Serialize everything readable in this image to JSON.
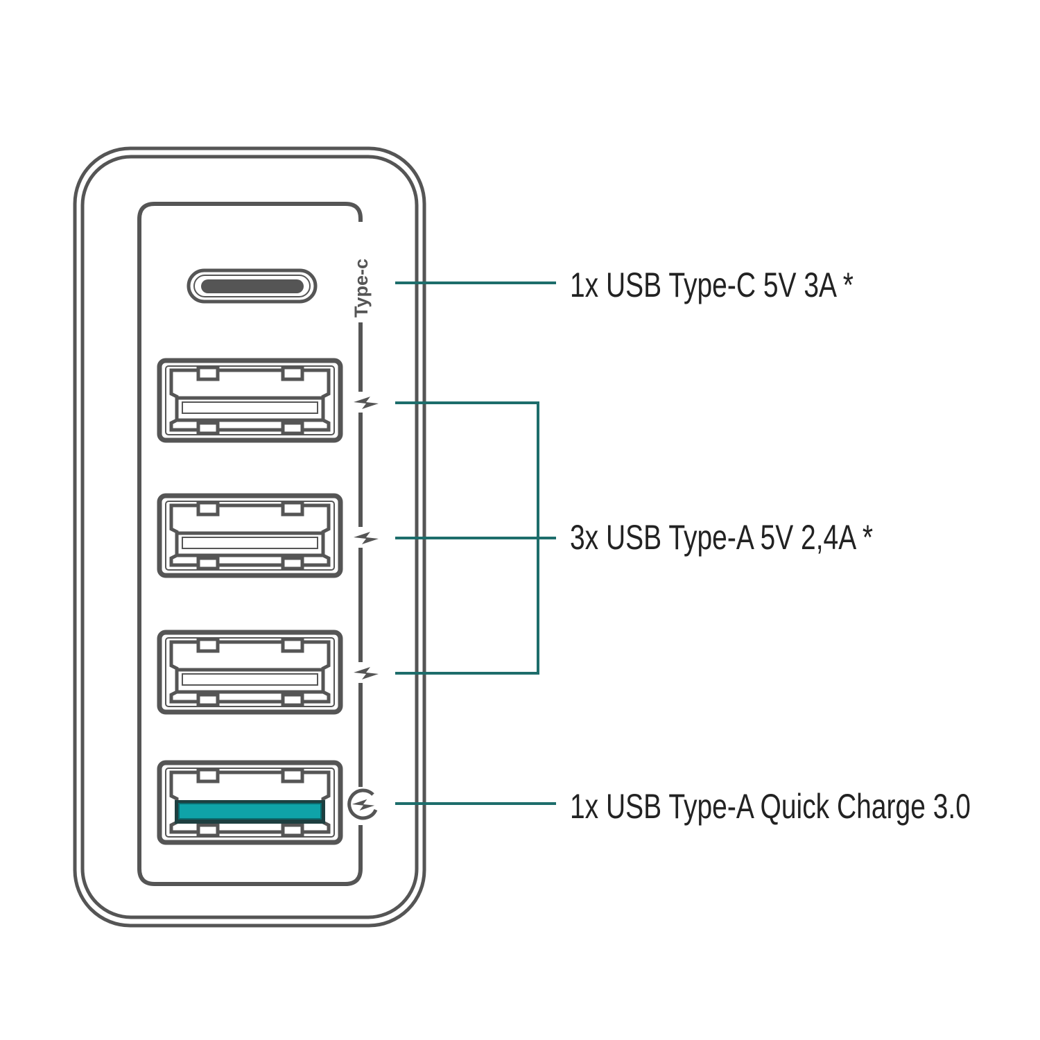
{
  "diagram": {
    "title": "USB charger port layout",
    "device_label": "Type-c",
    "colors": {
      "outline": "#555555",
      "leader": "#1d6d6b",
      "quick_charge": "#0fa3a8"
    },
    "ports": [
      {
        "type": "USB Type-C",
        "icon": "none"
      },
      {
        "type": "USB Type-A",
        "icon": "lightning-icon"
      },
      {
        "type": "USB Type-A",
        "icon": "lightning-icon"
      },
      {
        "type": "USB Type-A",
        "icon": "lightning-icon"
      },
      {
        "type": "USB Type-A Quick Charge",
        "icon": "quick-charge-icon"
      }
    ],
    "labels": [
      "1x USB Type-C 5V 3A *",
      "3x USB Type-A 5V 2,4A *",
      "1x USB Type-A Quick Charge 3.0"
    ]
  }
}
